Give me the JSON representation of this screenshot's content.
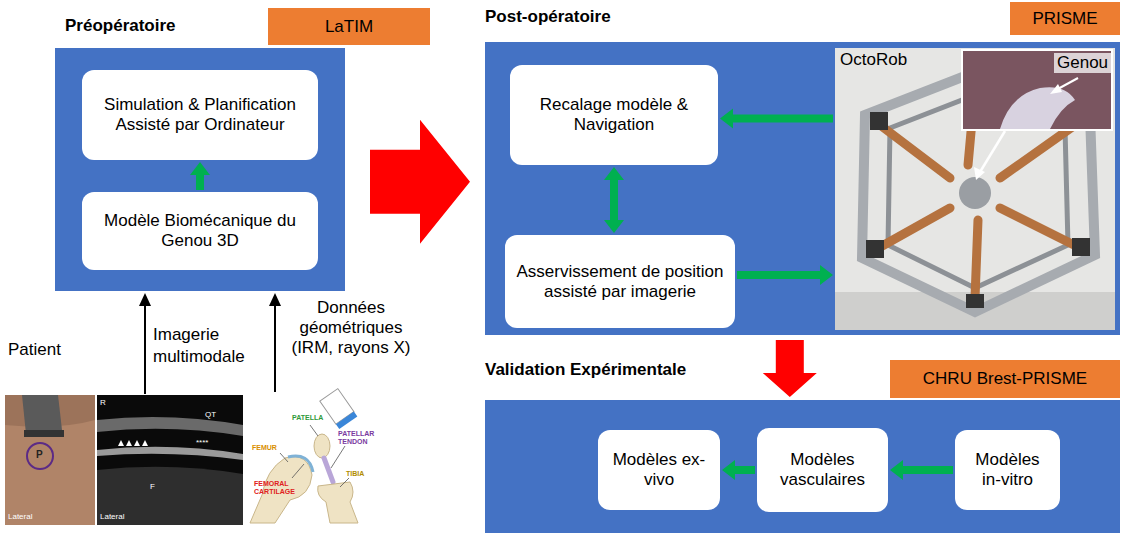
{
  "diagram": {
    "nodes": [
      {
        "text": [
          "Préopératoire"
        ]
      },
      {
        "text": [
          "LaTIM"
        ]
      },
      {
        "text": [
          "Simulation & Planification Assisté par Ordinateur"
        ],
        "in": 0
      },
      {
        "text": [
          "Modèle Biomécanique du Genou 3D"
        ],
        "in": 0
      },
      {
        "text": [
          "Post-opératoire"
        ]
      },
      {
        "text": [
          "PRISME"
        ]
      },
      {
        "text": [
          "Recalage modèle & Navigation"
        ],
        "in": 4
      },
      {
        "text": [
          "OctoRob"
        ],
        "in": 4
      },
      {
        "text": [
          "Asservissement de position assisté par imagerie"
        ],
        "in": 4
      },
      {
        "text": [
          "Validation Expérimentale"
        ]
      },
      {
        "text": [
          "CHRU Brest-PRISME"
        ]
      },
      {
        "text": [
          "Modèles ex-vivo"
        ],
        "in": 9
      },
      {
        "text": [
          "Modèles vasculaires"
        ],
        "in": 9
      },
      {
        "text": [
          "Modèles in-vitro"
        ],
        "in": 9
      }
    ],
    "edges": [
      {
        "from": 3,
        "to": 2,
        "arrow": "to"
      },
      {
        "from": 0,
        "to": 4,
        "arrow": "to"
      },
      {
        "from": 7,
        "to": 6,
        "arrow": "to"
      },
      {
        "from": 6,
        "to": 8,
        "arrow": "both"
      },
      {
        "from": 8,
        "to": 7,
        "arrow": "to"
      },
      {
        "from": 4,
        "to": 9,
        "arrow": "to"
      },
      {
        "from": 13,
        "to": 12,
        "arrow": "to"
      },
      {
        "from": 12,
        "to": 11,
        "arrow": "to"
      }
    ],
    "labels": [
      "Patient",
      "Imagerie multimodale",
      "Données géométriques (IRM, rayons X)",
      "P",
      "Lateral",
      "R",
      "QT",
      "****",
      "F",
      "Lateral",
      "PATELLA",
      "FEMUR",
      "PATELLAR TENDON",
      "FEMORAL CARTILAGE",
      "TIBIA",
      "Genou"
    ]
  }
}
